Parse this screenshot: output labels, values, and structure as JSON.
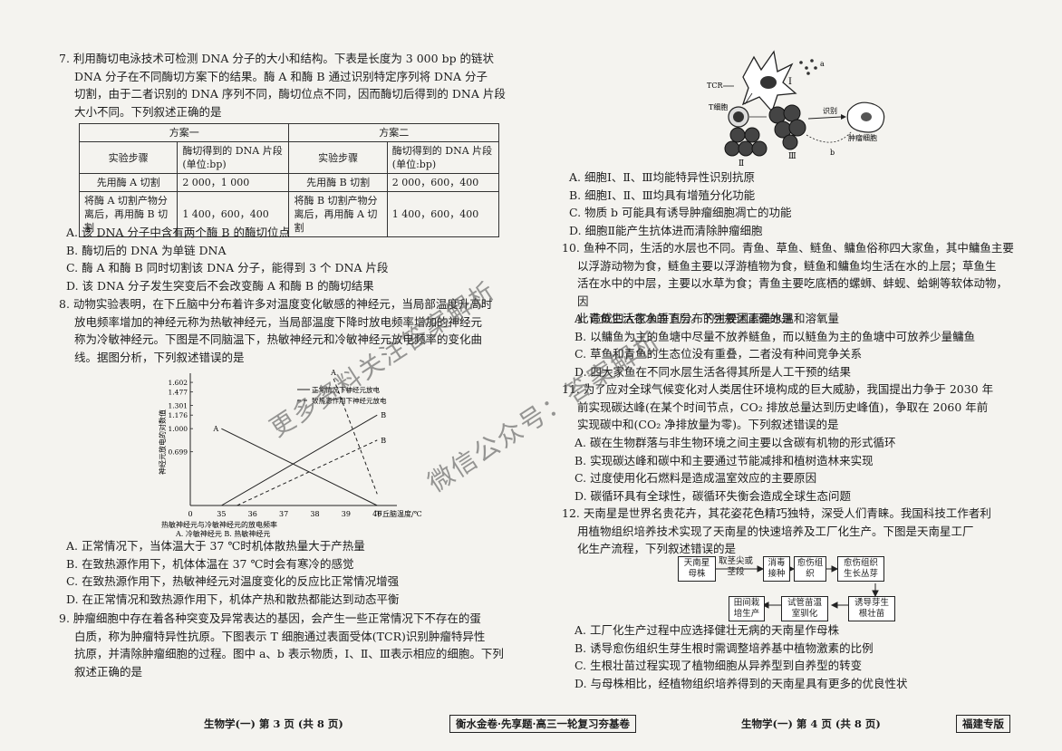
{
  "q7": {
    "lines": [
      "7. 利用酶切电泳技术可检测 DNA 分子的大小和结构。下表是长度为 3 000 bp 的链状",
      "DNA 分子在不同酶切方案下的结果。酶 A 和酶 B 通过识别特定序列将 DNA 分子",
      "切割，由于二者识别的 DNA 序列不同，酶切位点不同，因而酶切后得到的 DNA 片段",
      "大小不同。下列叙述正确的是"
    ],
    "table": {
      "plan1": "方案一",
      "plan2": "方案二",
      "step_header": "实验步骤",
      "result_header": "酶切得到的 DNA 片段(单位:bp)",
      "r1c1": "先用酶 A 切割",
      "r1c2": "2 000，1 000",
      "r1c3": "先用酶 B 切割",
      "r1c4": "2 000，600，400",
      "r2c1": "将酶 A 切割产物分离后，再用酶 B 切割",
      "r2c2": "1 400，600，400",
      "r2c3": "将酶 B 切割产物分离后，再用酶 A 切割",
      "r2c4": "1 400，600，400"
    },
    "options": [
      "A. 该 DNA 分子中含有两个酶 B 的酶切位点",
      "B. 酶切后的 DNA 为单链 DNA",
      "C. 酶 A 和酶 B 同时切割该 DNA 分子，能得到 3 个 DNA 片段",
      "D. 该 DNA 分子发生突变后不会改变酶 A 和酶 B 的酶切结果"
    ]
  },
  "q8": {
    "lines": [
      "8. 动物实验表明，在下丘脑中分布着许多对温度变化敏感的神经元，当局部温度升高时",
      "放电频率增加的神经元称为热敏神经元，当局部温度下降时放电频率增加的神经元",
      "称为冷敏神经元。下图是不同脑温下，热敏神经元和冷敏神经元放电频率的变化曲",
      "线。据图分析，下列叙述错误的是"
    ],
    "options": [
      "A. 正常情况下，当体温大于 37 ℃时机体散热量大于产热量",
      "B. 在致热源作用下，机体体温在 37 ℃时会有寒冷的感觉",
      "C. 在致热源作用下，热敏神经元对温度变化的反应比正常情况增强",
      "D. 在正常情况和致热源作用下，机体产热和散热都能达到动态平衡"
    ]
  },
  "chart_data": {
    "type": "line",
    "ylabel": "神经元放电的对数值",
    "xlabel": "下丘脑温度/℃",
    "x_ticks": [
      "0",
      "35",
      "36",
      "37",
      "38",
      "39",
      "40"
    ],
    "y_ticks": [
      "0.699",
      "1.000",
      "1.176",
      "1.301",
      "1.477",
      "1.602"
    ],
    "legend": [
      "正常情况下神经元放电",
      "致热源作用下神经元放电"
    ],
    "caption": "热敏神经元与冷敏神经元的放电频率",
    "subcaption": "A. 冷敏神经元     B. 热敏神经元",
    "series": [
      {
        "name": "A",
        "style": "solid",
        "points": [
          [
            35,
            1.0
          ],
          [
            40,
            0.0
          ]
        ]
      },
      {
        "name": "B",
        "style": "solid",
        "points": [
          [
            35,
            0.0
          ],
          [
            40,
            1.176
          ]
        ]
      },
      {
        "name": "A",
        "style": "dashed",
        "points": [
          [
            38.6,
            1.65
          ],
          [
            40,
            0.15
          ]
        ]
      },
      {
        "name": "B",
        "style": "dashed",
        "points": [
          [
            35.5,
            0.0
          ],
          [
            40,
            0.85
          ]
        ]
      }
    ],
    "series_labels": [
      "A",
      "B",
      "A",
      "B"
    ]
  },
  "q9": {
    "lines": [
      "9. 肿瘤细胞中存在着各种突变及异常表达的基因，会产生一些正常情况下不存在的蛋",
      "白质，称为肿瘤特异性抗原。下图表示 T 细胞通过表面受体(TCR)识别肿瘤特异性",
      "抗原，并清除肿瘤细胞的过程。图中 a、b 表示物质，Ⅰ、Ⅱ、Ⅲ表示相应的细胞。下列",
      "叙述正确的是"
    ],
    "figure_labels": {
      "tcr": "TCR",
      "tcell": "T细胞",
      "recognize": "识别",
      "tumor": "肿瘤细胞",
      "a": "a",
      "b": "b",
      "I": "Ⅰ",
      "II": "Ⅱ",
      "III": "Ⅲ"
    },
    "options": [
      "A. 细胞Ⅰ、Ⅱ、Ⅲ均能特异性识别抗原",
      "B. 细胞Ⅰ、Ⅱ、Ⅲ均具有增殖分化功能",
      "C. 物质 b 可能具有诱导肿瘤细胞凋亡的功能",
      "D. 细胞Ⅱ能产生抗体进而清除肿瘤细胞"
    ]
  },
  "q10": {
    "lines": [
      "10. 鱼种不同，生活的水层也不同。青鱼、草鱼、鲢鱼、鳙鱼俗称四大家鱼，其中鳙鱼主要",
      "以浮游动物为食，鲢鱼主要以浮游植物为食，鲢鱼和鳙鱼均生活在水的上层；草鱼生",
      "活在水中的中层，主要以水草为食；青鱼主要吃底栖的螺蛳、蚌蚬、蛤蜊等软体动物，因",
      "此青鱼生活在水的下层。下列叙述正确的是"
    ],
    "options": [
      "A. 造成四大家鱼垂直分布的主要因素是水温和溶氧量",
      "B. 以鳙鱼为主的鱼塘中尽量不放养鲢鱼，而以鲢鱼为主的鱼塘中可放养少量鳙鱼",
      "C. 草鱼和青鱼的生态位没有重叠，二者没有种间竞争关系",
      "D. 四大家鱼在不同水层生活各得其所是人工干预的结果"
    ]
  },
  "q11": {
    "lines": [
      "11. 为了应对全球气候变化对人类居住环境构成的巨大威胁，我国提出力争于 2030 年",
      "前实现碳达峰(在某个时间节点，CO₂ 排放总量达到历史峰值)，争取在 2060 年前",
      "实现碳中和(CO₂ 净排放量为零)。下列叙述错误的是"
    ],
    "options": [
      "A. 碳在生物群落与非生物环境之间主要以含碳有机物的形式循环",
      "B. 实现碳达峰和碳中和主要通过节能减排和植树造林来实现",
      "C. 过度使用化石燃料是造成温室效应的主要原因",
      "D. 碳循环具有全球性，碳循环失衡会造成全球生态问题"
    ]
  },
  "q12": {
    "lines": [
      "12. 天南星是世界名贵花卉，其花姿花色精巧独特，深受人们青睐。我国科技工作者利",
      "用植物组织培养技术实现了天南星的快速培养及工厂化生产。下图是天南星工厂",
      "化生产流程，下列叙述错误的是"
    ],
    "flow": {
      "b1": "天南星母株",
      "b1a": "取茎尖或茎段",
      "b2": "消毒接种",
      "b3": "愈伤组织",
      "b4": "愈伤组织生长丛芽",
      "b5": "诱导芽生根壮苗",
      "b6": "试管苗温室驯化",
      "b7": "田间栽培生产"
    },
    "options": [
      "A. 工厂化生产过程中应选择健壮无病的天南星作母株",
      "B. 诱导愈伤组织生芽生根时需调整培养基中植物激素的比例",
      "C. 生根壮苗过程实现了植物细胞从异养型到自养型的转变",
      "D. 与母株相比，经植物组织培养得到的天南星具有更多的优良性状"
    ]
  },
  "footer": {
    "left": "生物学(一) 第 3 页 (共 8 页)",
    "center": "衡水金卷·先享题·高三一轮复习夯基卷",
    "right": "生物学(一) 第 4 页 (共 8 页)",
    "badge": "福建专版"
  },
  "watermark": {
    "line1": "微信公众号：答案解析",
    "line2": "更多资料关注答案解析"
  }
}
